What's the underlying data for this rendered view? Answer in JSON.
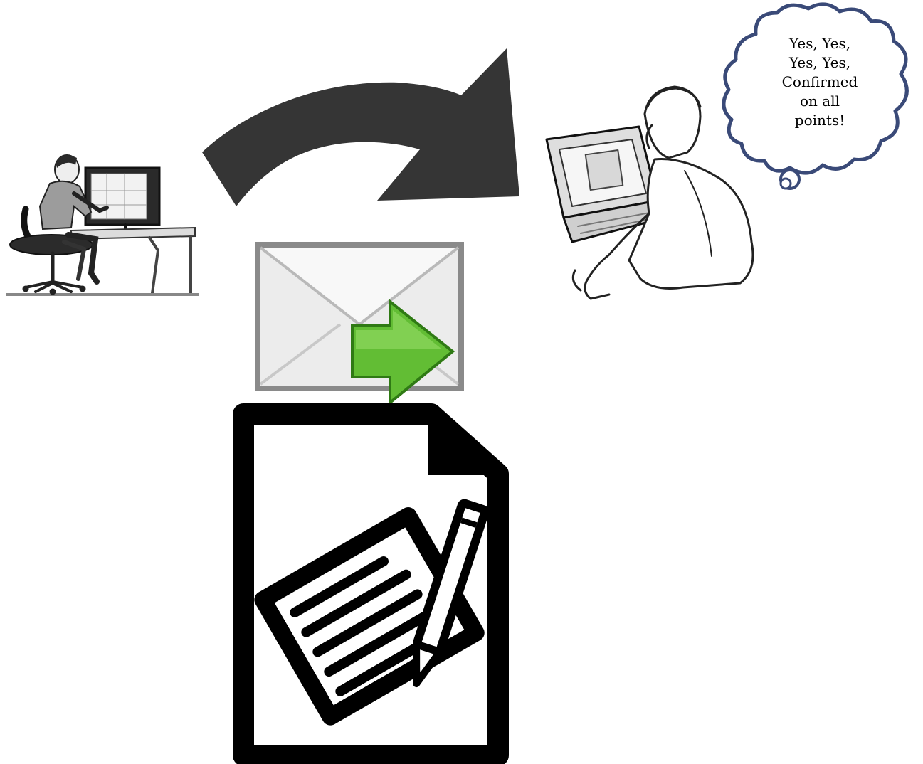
{
  "thought_bubble": {
    "lines": [
      "Yes, Yes,",
      "Yes, Yes,",
      "Confirmed",
      "on all",
      "points!"
    ]
  },
  "icons": {
    "sender": "person-at-desktop-computer-icon",
    "flow_arrow": "curved-arrow-icon",
    "email": "envelope-send-icon",
    "document": "document-with-pencil-icon",
    "receiver": "person-with-laptop-icon"
  },
  "colors": {
    "arrow": "#333333",
    "send_arrow": "#5cb82e",
    "bubble_stroke": "#3a4a78",
    "envelope": "#e8e8e8"
  }
}
